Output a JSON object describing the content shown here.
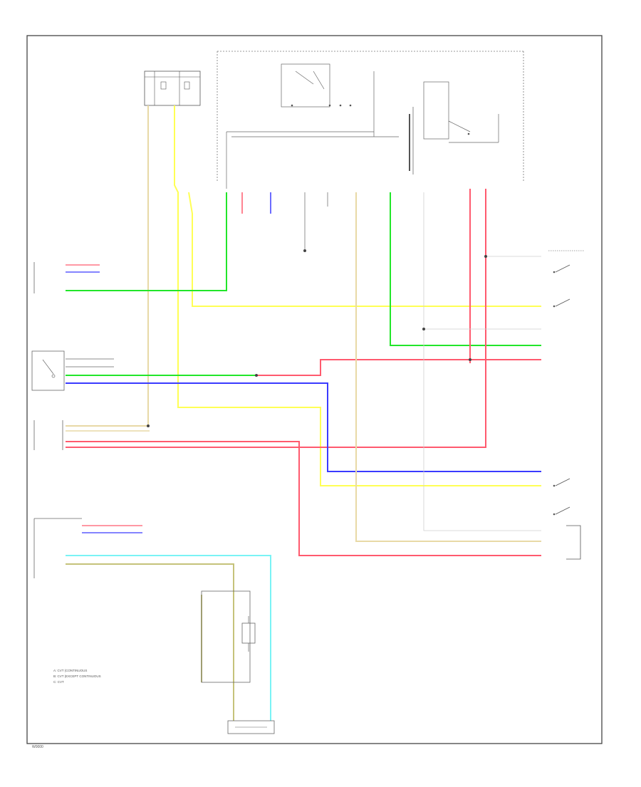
{
  "diagram": {
    "page_id": "W0000",
    "note_lines": [
      "A: CVT (CONTINUOUS",
      "B: CVT (EXCEPT CONTINUOUS",
      "C: CVT"
    ]
  },
  "colors": {
    "frame": "#333333",
    "green": "#22e62a",
    "yellow": "#ffff55",
    "red": "#ff5a6e",
    "blue": "#3a3aff",
    "tan": "#e8d9a6",
    "cyan": "#7af3f5",
    "olive": "#c5c27a",
    "gray": "#bbbbbb",
    "dashed": "#888888"
  }
}
